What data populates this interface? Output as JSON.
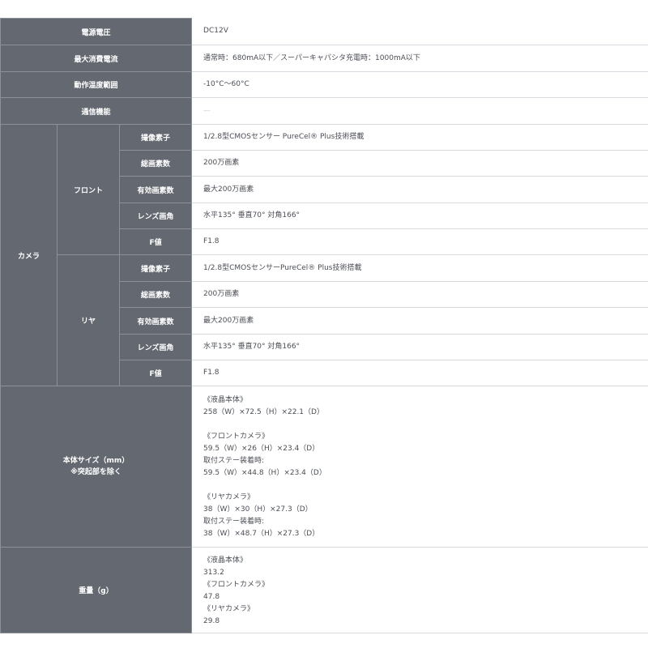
{
  "rows": {
    "voltage": {
      "label": "電源電圧",
      "value": "DC12V"
    },
    "current": {
      "label": "最大消費電流",
      "value": "通常時：680mA以下／スーパーキャパシタ充電時：1000mA以下"
    },
    "temp": {
      "label": "動作温度範囲",
      "value": "-10°C～60°C"
    },
    "comm": {
      "label": "通信機能",
      "value": "—"
    }
  },
  "camera": {
    "label": "カメラ",
    "front": {
      "label": "フロント",
      "sensor": {
        "label": "撮像素子",
        "value": "1/2.8型CMOSセンサー PureCel® Plus技術搭載"
      },
      "total_pixels": {
        "label": "総画素数",
        "value": "200万画素"
      },
      "effective_pixels": {
        "label": "有効画素数",
        "value": "最大200万画素"
      },
      "lens_angle": {
        "label": "レンズ画角",
        "value": "水平135° 垂直70° 対角166°"
      },
      "fnum": {
        "label": "F値",
        "value": "F1.8"
      }
    },
    "rear": {
      "label": "リヤ",
      "sensor": {
        "label": "撮像素子",
        "value": "1/2.8型CMOSセンサーPureCel® Plus技術搭載"
      },
      "total_pixels": {
        "label": "総画素数",
        "value": "200万画素"
      },
      "effective_pixels": {
        "label": "有効画素数",
        "value": "最大200万画素"
      },
      "lens_angle": {
        "label": "レンズ画角",
        "value": "水平135° 垂直70° 対角166°"
      },
      "fnum": {
        "label": "F値",
        "value": "F1.8"
      }
    }
  },
  "size": {
    "label": "本体サイズ（mm）",
    "note": "※突起部を除く",
    "lines": [
      "《液晶本体》",
      "258（W）×72.5（H）×22.1（D）",
      "",
      "《フロントカメラ》",
      "59.5（W）×26（H）×23.4（D）",
      "取付ステー装着時:",
      "59.5（W）×44.8（H）×23.4（D）",
      "",
      "《リヤカメラ》",
      "38（W）×30（H）×27.3（D）",
      "取付ステー装着時:",
      "38（W）×48.7（H）×27.3（D）"
    ]
  },
  "weight": {
    "label": "重量（g）",
    "lines": [
      "《液晶本体》",
      "313.2",
      "《フロントカメラ》",
      "47.8",
      "《リヤカメラ》",
      "29.8"
    ]
  }
}
